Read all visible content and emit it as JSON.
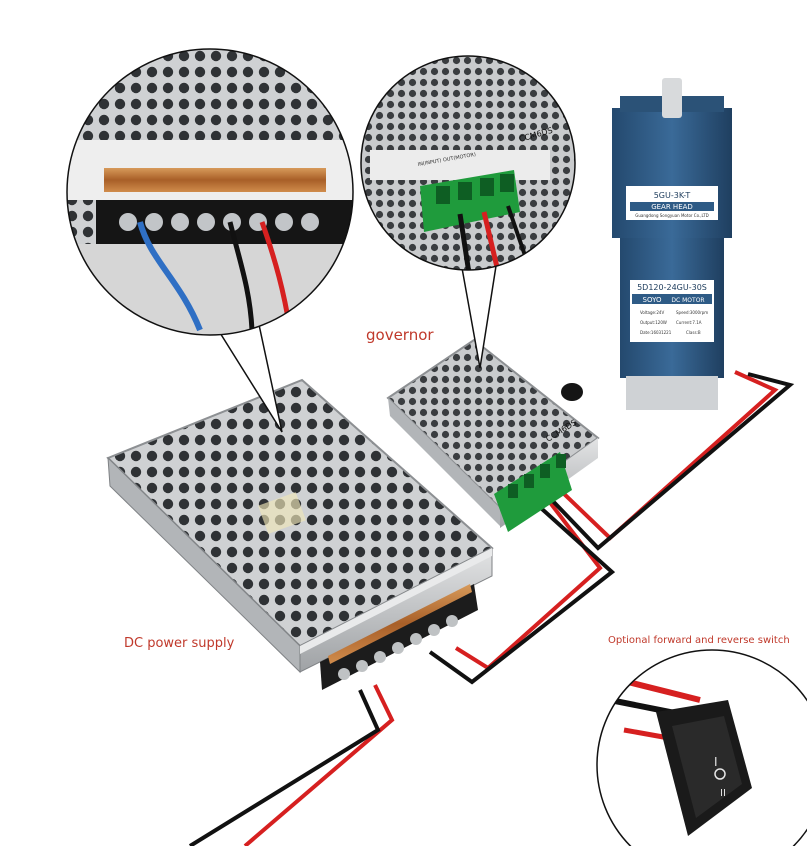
{
  "labels": {
    "governor": "governor",
    "power_supply": "DC power supply",
    "switch": "Optional forward and reverse switch"
  },
  "device_text": {
    "governor_model": "CCM6DS",
    "governor_terminals": "IN(INPUT) OUT(MOTOR)",
    "gear_head_model": "5GU-3K-T",
    "gear_head_label": "GEAR HEAD",
    "gear_head_maker": "Guangdong Songyuan Motor Co.,LTD",
    "motor_model": "5D120-24GU-30S",
    "motor_brand": "SOYO",
    "motor_type": "DC MOTOR",
    "motor_specs": [
      "Voltage:24V",
      "Speed:3000rpm",
      "Output:120W",
      "Current:7.1A",
      "Date:16031221",
      "Class:B"
    ]
  },
  "colors": {
    "label_red": "#c0392b",
    "wire_red": "#d62020",
    "wire_black": "#111111",
    "motor_blue": "#2e5b86",
    "terminal_green": "#1f9b3c",
    "heatsink_copper": "#b8743a"
  }
}
